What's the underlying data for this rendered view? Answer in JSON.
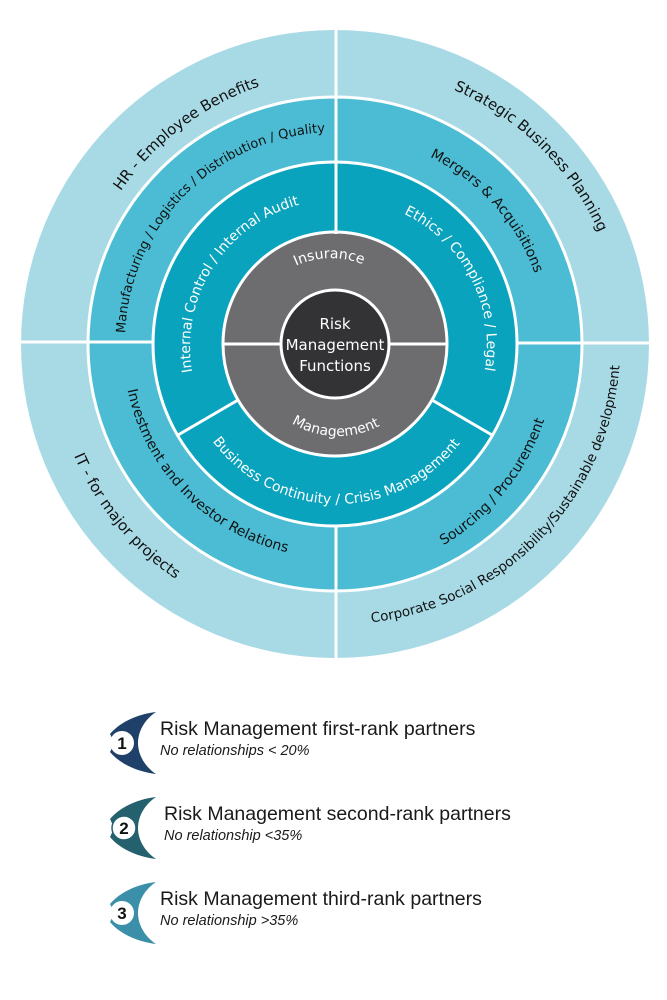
{
  "diagram": {
    "title": "Risk Management Functions",
    "center": {
      "lines": [
        "Risk",
        "Management",
        "Functions"
      ],
      "color": "#333335"
    },
    "gray_ring": {
      "color": "#6d6d70",
      "segments": [
        {
          "label": "Insurance"
        },
        {
          "label": "Management"
        }
      ]
    },
    "inner_ring": {
      "color": "#0aa3bd",
      "segments": [
        {
          "label": "Internal Control / Internal Audit"
        },
        {
          "label": "Ethics / Compliance / Legal"
        },
        {
          "label": "Business Continuity / Crisis Management"
        }
      ]
    },
    "middle_ring": {
      "color": "#4bbcd3",
      "segments": [
        {
          "label": "Manufacturing / Logistics / Distribution / Quality"
        },
        {
          "label": "Mergers & Acquisitions"
        },
        {
          "label": "Sourcing / Procurement"
        },
        {
          "label": "Investment and Investor Relations"
        }
      ]
    },
    "outer_ring": {
      "color": "#a8dae6",
      "segments": [
        {
          "label": "HR - Employee Benefits"
        },
        {
          "label": "Strategic Business Planning"
        },
        {
          "label": "Corporate Social Responsibility/Sustainable development"
        },
        {
          "label": "IT - for major projects"
        }
      ]
    }
  },
  "legend": [
    {
      "number": "1",
      "title": "Risk Management first-rank partners",
      "subtitle": "No relationships < 20%",
      "color": "#1f4068"
    },
    {
      "number": "2",
      "title": "Risk Management second-rank partners",
      "subtitle": "No relationship <35%",
      "color": "#25606e"
    },
    {
      "number": "3",
      "title": "Risk Management third-rank partners",
      "subtitle": "No relationship >35%",
      "color": "#3b8fa8"
    }
  ]
}
